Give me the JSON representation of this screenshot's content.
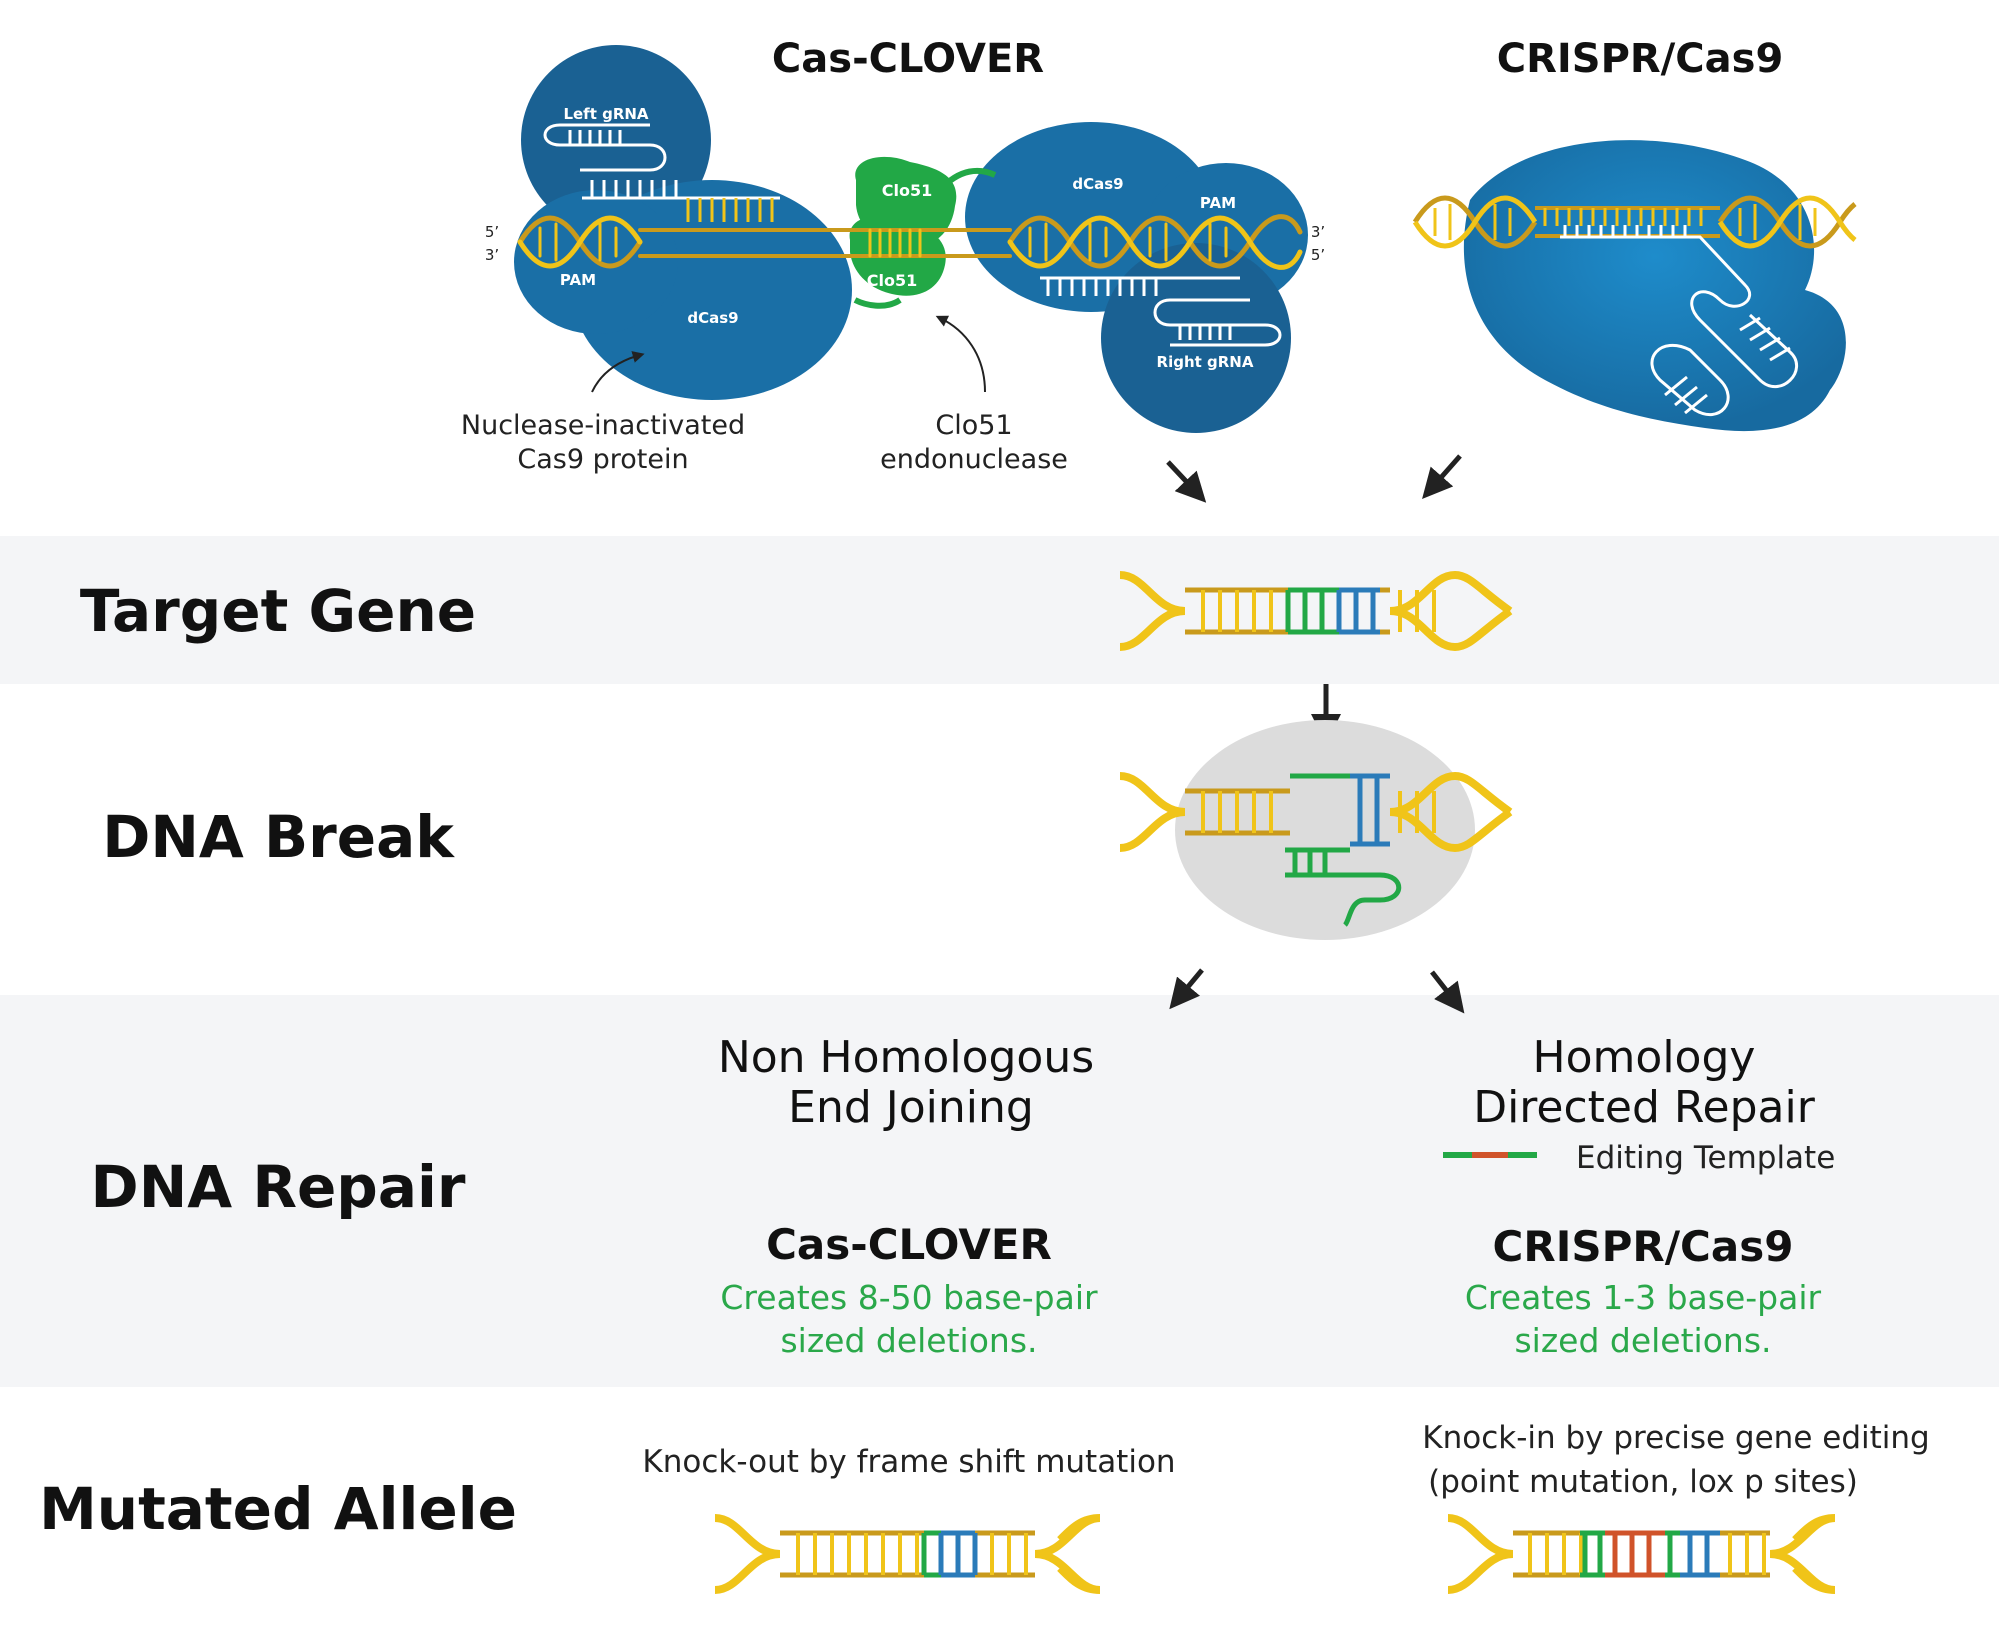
{
  "titles": {
    "cas_clover": "Cas-CLOVER",
    "crispr_cas9": "CRISPR/Cas9"
  },
  "clover_labels": {
    "left_grna": "Left gRNA",
    "right_grna": "Right gRNA",
    "dcas9": "dCas9",
    "pam": "PAM",
    "clo51": "Clo51",
    "five_prime": "5’",
    "three_prime": "3’"
  },
  "annotations": {
    "nuclease_line1": "Nuclease-inactivated",
    "nuclease_line2": "Cas9 protein",
    "clo51_line1": "Clo51",
    "clo51_line2": "endonuclease"
  },
  "rows": {
    "target_gene": "Target Gene",
    "dna_break": "DNA Break",
    "dna_repair": "DNA Repair",
    "mutated_allele": "Mutated Allele"
  },
  "repair": {
    "nhej_line1": "Non Homologous",
    "nhej_line2": "End Joining",
    "hdr_line1": "Homology",
    "hdr_line2": "Directed Repair",
    "editing_template": "Editing Template",
    "clover_title": "Cas-CLOVER",
    "clover_desc1": "Creates 8-50 base-pair",
    "clover_desc2": "sized deletions.",
    "crispr_title": "CRISPR/Cas9",
    "crispr_desc1": "Creates 1-3 base-pair",
    "crispr_desc2": "sized deletions."
  },
  "allele": {
    "knockout": "Knock-out by frame shift mutation",
    "knockin_line1": "Knock-in by precise gene editing",
    "knockin_line2": "(point mutation, lox p sites)"
  },
  "colors": {
    "band_bg": "#f4f5f7",
    "protein_blue": "#1a6fa6",
    "protein_light": "#2a8bc6",
    "clo51_green": "#22a846",
    "dna_gold": "#f0c419",
    "dna_dark": "#c99a1c",
    "green_bp": "#22a846",
    "blue_bp": "#2b7bb9",
    "red_bp": "#d0532a",
    "desc_green": "#2aa84a",
    "break_grey": "#dcdcdc"
  }
}
